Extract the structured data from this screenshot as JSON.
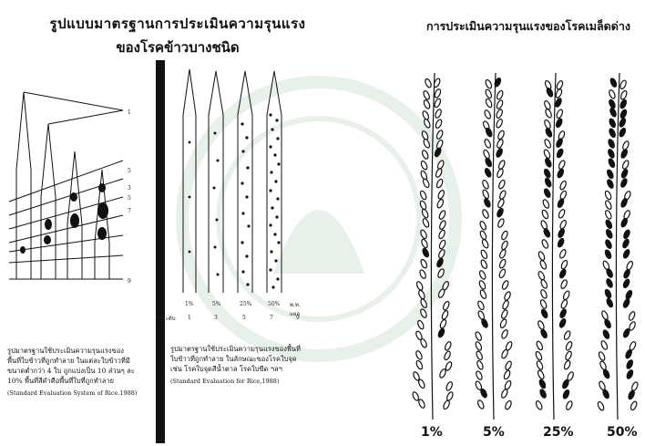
{
  "left": {
    "title_line1": "รูปแบบมาตรฐานการประเมินความรุนแรง",
    "title_line2": "ของโรคข้าวบางชนิด",
    "left_panel": {
      "caption_lines": [
        "รูปมาตรฐานใช้ประเมินความรุนแรงของ",
        "พื้นที่ใบข้าวที่ถูกทำลาย ในแต่ละใบข้าวที่มี",
        "ขนาดต่ำกว่า 4 ใบ ถูกแบ่งเป็น 10 ส่วนๆ ละ",
        "10% พื้นที่สีดำคือพื้นที่ใบที่ถูกทำลาย"
      ],
      "source": "(Standard Evaluation System of Rice.1988)",
      "level_labels": [
        "1",
        "5",
        "3",
        "5",
        "7",
        "9"
      ]
    },
    "right_panel": {
      "percents": [
        "1%",
        "5%",
        "25%",
        "50%",
        "พ.ท. แผล"
      ],
      "scale_label": "ค่าระดับ",
      "scale_values": [
        "1",
        "3",
        "5",
        "7",
        "9"
      ],
      "caption_lines": [
        "รูปมาตรฐานใช้ประเมินความรุนแรงของพื้นที่",
        "ใบข้าวที่ถูกทำลาย ในลักษณะของโรคใบจุด",
        "เช่น โรคใบจุดสีน้ำตาล โรคใบขีด ฯลฯ"
      ],
      "source": "(Standard Evaluation for Rice,1988)"
    }
  },
  "right": {
    "title": "การประเมินความรุนแรงของโรคเมล็ดด่าง",
    "panicle_percents": [
      "1%",
      "5%",
      "25%",
      "50%"
    ]
  },
  "colors": {
    "ink": "#111111",
    "watermark": "#2e7d32",
    "paper": "#ffffff"
  }
}
